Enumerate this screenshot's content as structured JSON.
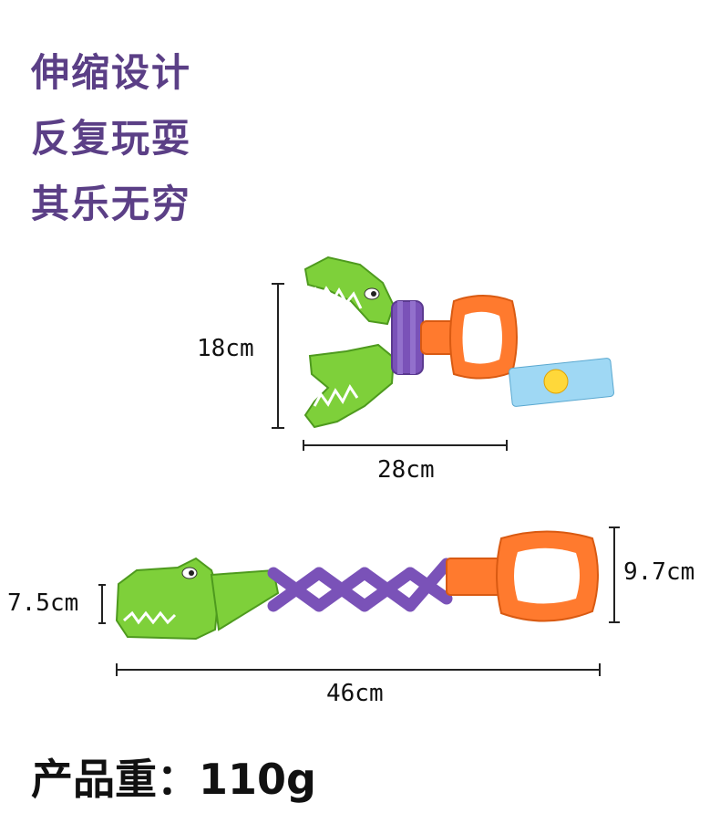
{
  "headlines": [
    "伸缩设计",
    "反复玩耍",
    "其乐无穷"
  ],
  "dimensions": {
    "closed_height": "18cm",
    "closed_length": "28cm",
    "head_height": "7.5cm",
    "handle_height": "9.7cm",
    "extended_length": "46cm"
  },
  "weight": {
    "label": "产品重：",
    "value": "110g"
  },
  "colors": {
    "headline": "#5b3f86",
    "crocodile": "#7ed03a",
    "scissor_arms": "#7a52b8",
    "handle": "#ff7a2e"
  }
}
